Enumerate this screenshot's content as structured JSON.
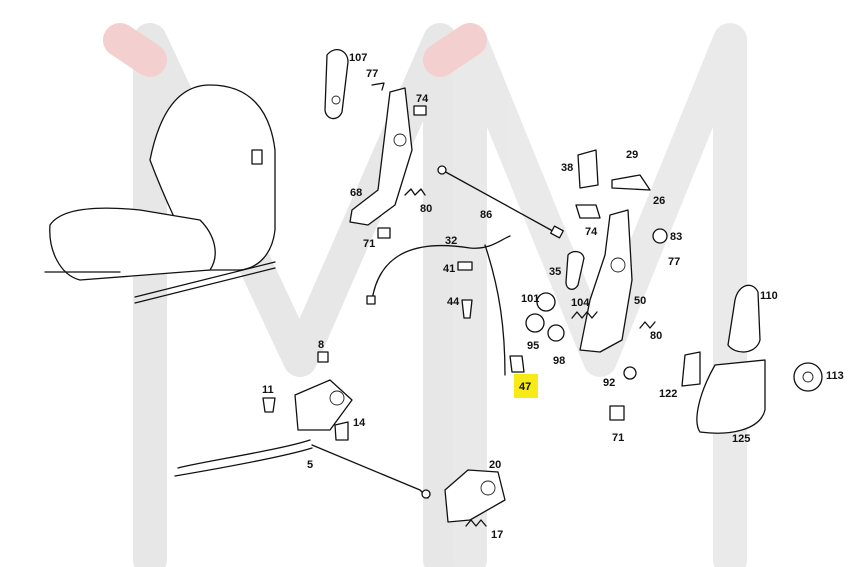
{
  "watermark": {
    "color": "#e3e3e3",
    "accent": "#f2c7c7"
  },
  "highlight": {
    "color": "#f7ea17"
  },
  "labels": {
    "p107": "107",
    "p77a": "77",
    "p74a": "74",
    "p68": "68",
    "p80a": "80",
    "p71a": "71",
    "p86": "86",
    "p32": "32",
    "p41": "41",
    "p44": "44",
    "p38": "38",
    "p29": "29",
    "p26": "26",
    "p74b": "74",
    "p83": "83",
    "p77b": "77",
    "p35": "35",
    "p101": "101",
    "p104": "104",
    "p50": "50",
    "p95": "95",
    "p98": "98",
    "p80b": "80",
    "p110": "110",
    "p113": "113",
    "p47": "47",
    "p92": "92",
    "p122": "122",
    "p71b": "71",
    "p125": "125",
    "p8": "8",
    "p11": "11",
    "p14": "14",
    "p5": "5",
    "p20": "20",
    "p17": "17"
  }
}
